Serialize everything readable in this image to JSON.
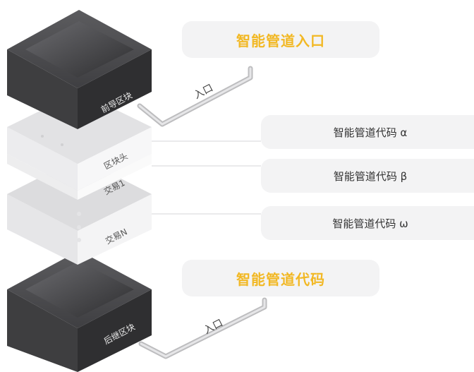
{
  "blocks": {
    "prev_block_label": "前导区块",
    "next_block_label": "后继区块"
  },
  "layers": {
    "block_header": "区块头",
    "tx1": "交易1",
    "txN": "交易N"
  },
  "entry_label_top": "入口",
  "entry_label_bottom": "入口",
  "pills": {
    "entry_title": "智能管道入口",
    "code_title": "智能管道代码",
    "code_alpha": "智能管道代码 α",
    "code_beta": "智能管道代码 β",
    "code_omega": "智能管道代码 ω"
  },
  "colors": {
    "accent": "#f2b824",
    "pill_bg": "#f3f3f4",
    "block_dark": "#4a4a4c",
    "layer_light": "#f1f1f1"
  }
}
